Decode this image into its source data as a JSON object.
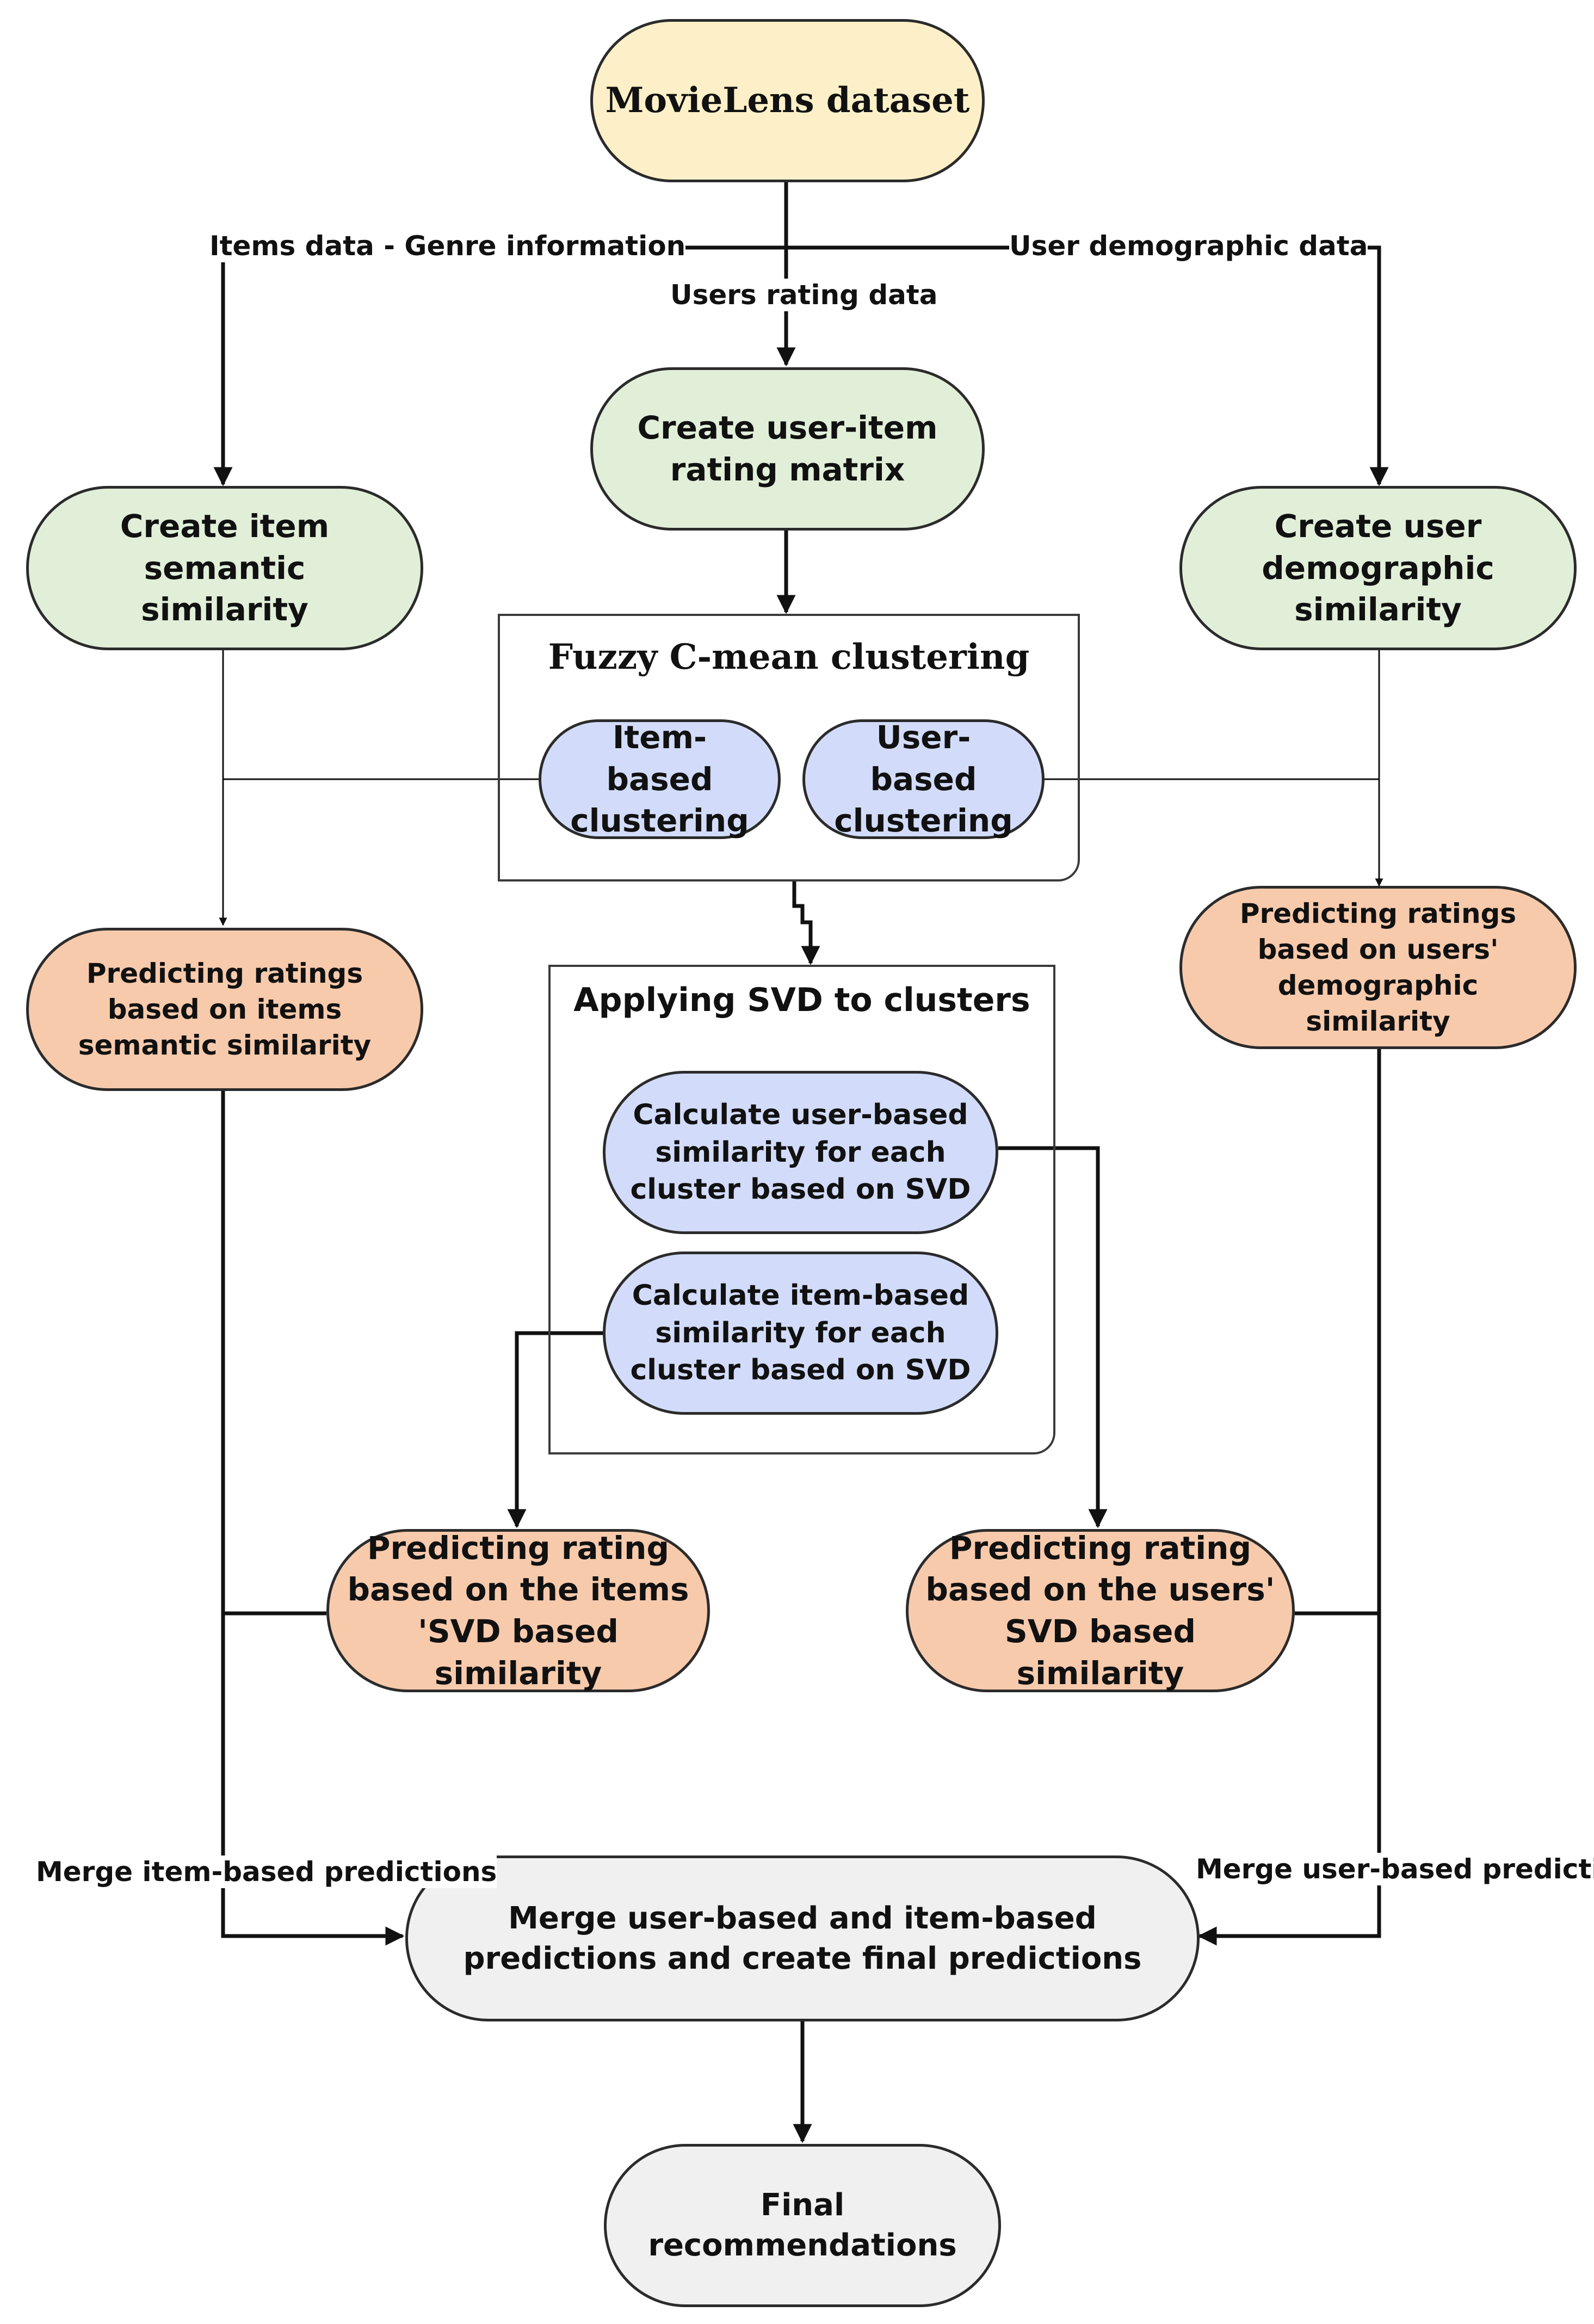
{
  "colors": {
    "dataset": "#fdf0c8",
    "similarity": "#e1efd9",
    "clustering": "#d2dcfa",
    "prediction": "#f7caac",
    "merge": "#f0f0f0",
    "line": "#111111"
  },
  "nodes": {
    "dataset": "MovieLens dataset",
    "rating_matrix": "Create user-item rating matrix",
    "item_semantic": "Create item semantic similarity",
    "user_demographic": "Create user demographic similarity",
    "item_clustering": "Item-based clustering",
    "user_clustering": "User-based clustering",
    "predict_semantic": "Predicting ratings based on items semantic similarity",
    "predict_demographic": "Predicting ratings based on users' demographic similarity",
    "calc_user_svd": "Calculate user-based similarity for each cluster based on SVD",
    "calc_item_svd": "Calculate item-based similarity for each cluster based on SVD",
    "predict_item_svd": "Predicting rating based on the items 'SVD based similarity",
    "predict_user_svd": "Predicting rating based on the users' SVD based similarity",
    "merge": "Merge user-based and item-based predictions and create final predictions",
    "final": "Final recommendations"
  },
  "containers": {
    "fuzzy": "Fuzzy C-mean clustering",
    "svd": "Applying SVD to clusters"
  },
  "edge_labels": {
    "items_genre": "Items data - Genre information",
    "users_rating": "Users rating data",
    "user_demographic_data": "User demographic data",
    "merge_item": "Merge item-based predictions",
    "merge_user": "Merge user-based predictions"
  }
}
